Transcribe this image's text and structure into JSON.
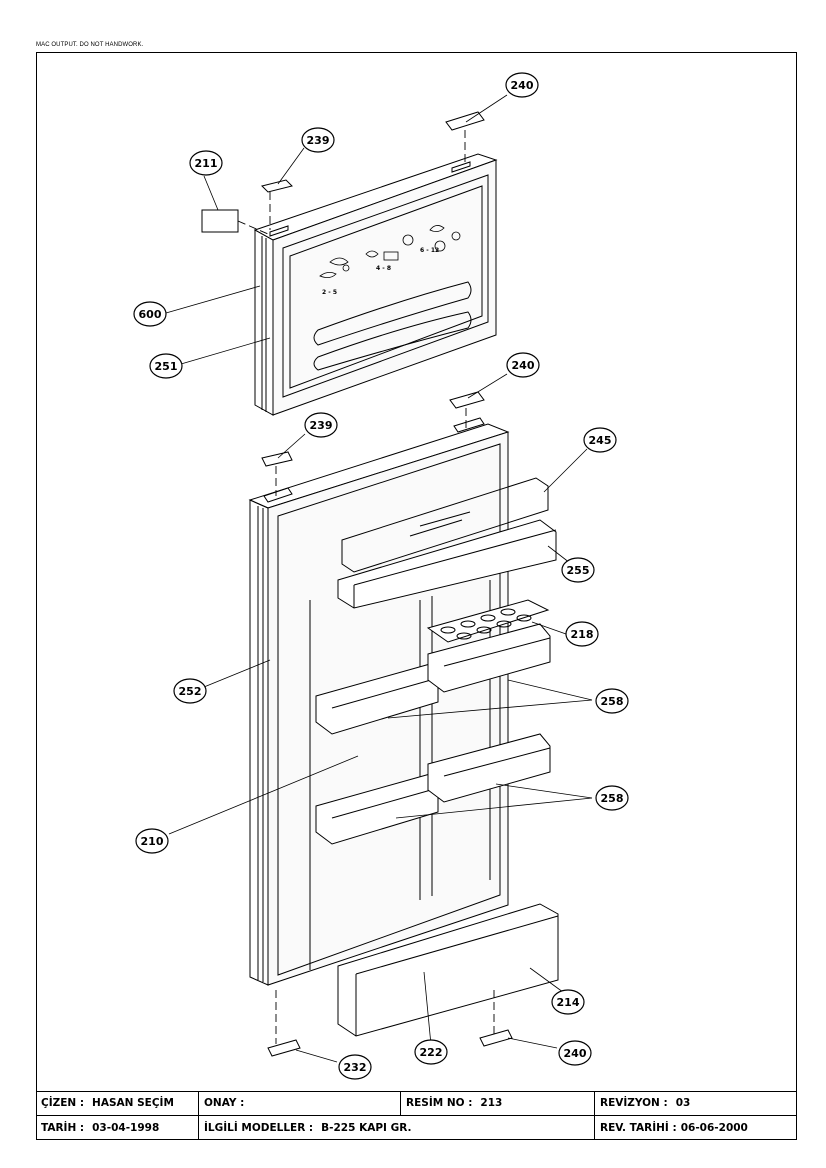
{
  "header_note": "MAC OUTPUT. DO NOT HANDWORK.",
  "callouts": [
    "240",
    "239",
    "211",
    "600",
    "251",
    "240",
    "239",
    "245",
    "255",
    "218",
    "252",
    "258",
    "258",
    "210",
    "214",
    "232",
    "222",
    "240"
  ],
  "panel_marks": [
    "2 - 5",
    "4 - 8",
    "6 - 12"
  ],
  "title_block": {
    "cizen_label": "ÇİZEN :",
    "cizen_value": "HASAN SEÇİM",
    "onay_label": "ONAY :",
    "onay_value": "",
    "resim_label": "RESİM NO :",
    "resim_value": "213",
    "revizyon_label": "REVİZYON :",
    "revizyon_value": "03",
    "tarih_label": "TARİH :",
    "tarih_value": "03-04-1998",
    "modeller_label": "İLGİLİ MODELLER :",
    "modeller_value": "B-225 KAPI GR.",
    "rev_tarih_label": "REV. TARİHİ :",
    "rev_tarih_value": "06-06-2000"
  }
}
